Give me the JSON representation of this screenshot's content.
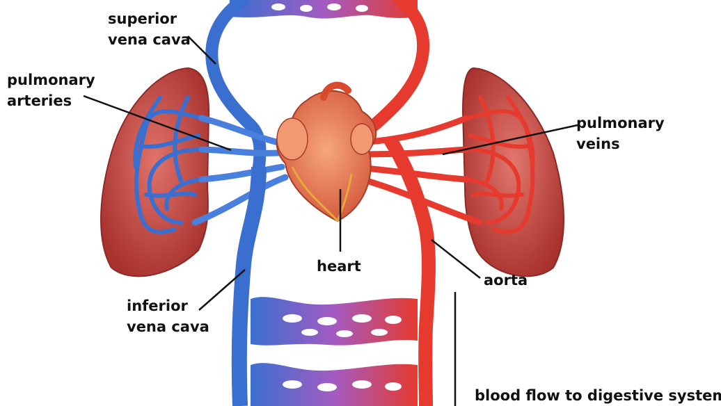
{
  "labels": {
    "superior_vena_cava": [
      "superior",
      "vena cava"
    ],
    "pulmonary_arteries": [
      "pulmonary",
      "arteries"
    ],
    "pulmonary_veins": [
      "pulmonary",
      "veins"
    ],
    "heart": "heart",
    "aorta": "aorta",
    "inferior_vena_cava": [
      "inferior",
      "vena cava"
    ],
    "digestive": "blood flow to digestive system"
  },
  "colors": {
    "vein_blue": "#3a6fd0",
    "artery_red": "#e63a2e",
    "capillary_purple": "#9a5fc4",
    "lung": "#c94a44",
    "heart": "#e8784a"
  }
}
